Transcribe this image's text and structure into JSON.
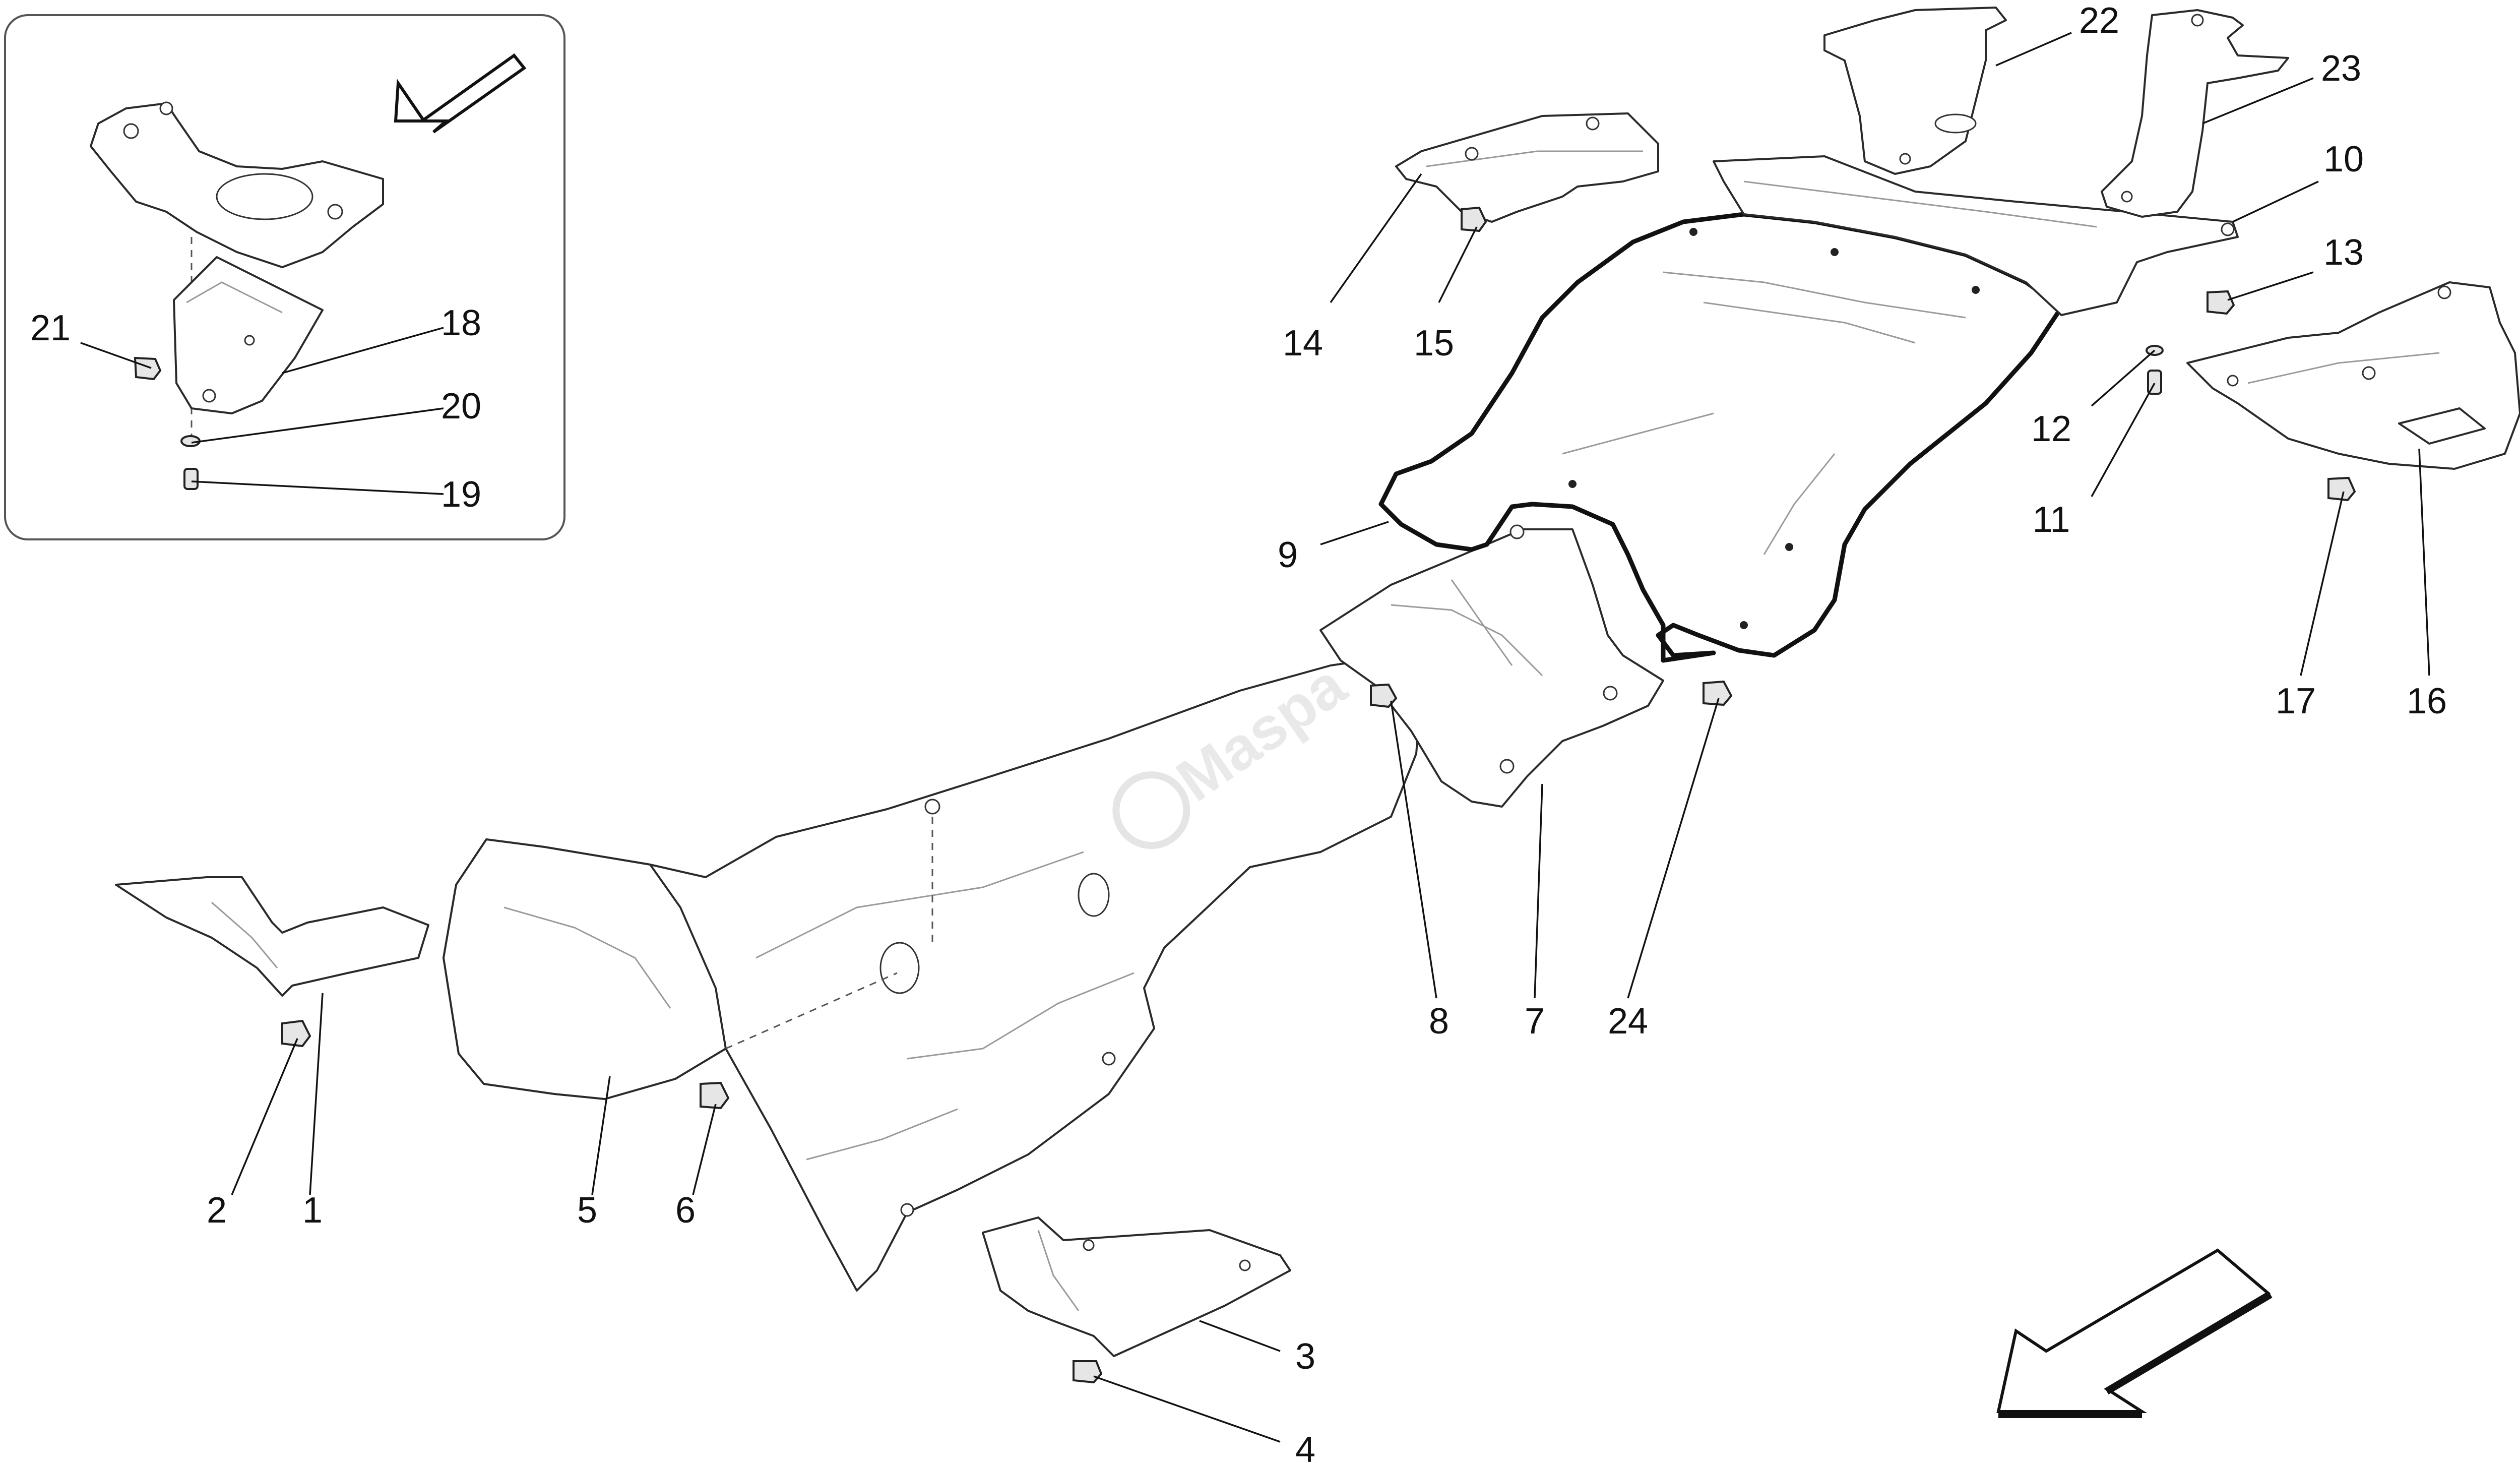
{
  "diagram": {
    "callouts": [
      "1",
      "2",
      "3",
      "4",
      "5",
      "6",
      "7",
      "8",
      "9",
      "10",
      "11",
      "12",
      "13",
      "14",
      "15",
      "16",
      "17",
      "18",
      "19",
      "20",
      "21",
      "22",
      "23",
      "24"
    ],
    "watermark": "Maspa"
  }
}
